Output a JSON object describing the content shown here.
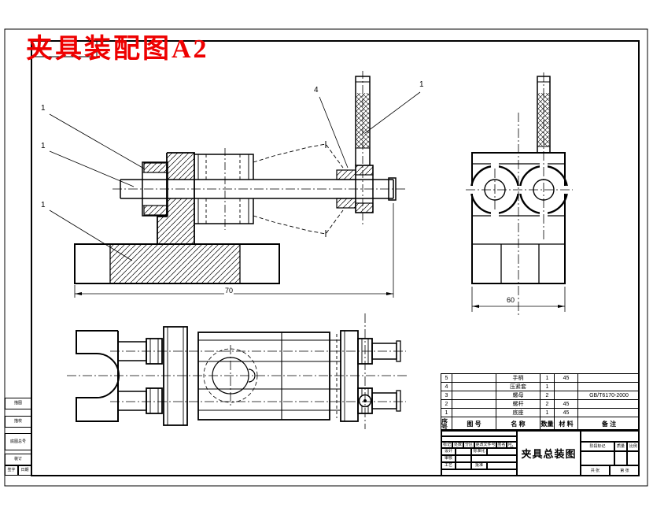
{
  "page": {
    "title_overlay": "夹具装配图A2"
  },
  "drawing": {
    "balloons": [
      "1",
      "1",
      "1",
      "4",
      "1"
    ],
    "dimensions": {
      "front_width": "70",
      "side_width": "60"
    }
  },
  "parts_list": {
    "headers": {
      "no": "序号",
      "drawing_no": "图 号",
      "name": "名 称",
      "qty": "数量",
      "material": "材 料",
      "remarks": "备 注"
    },
    "rows": [
      {
        "no": "5",
        "drawing_no": "",
        "name": "手柄",
        "qty": "1",
        "material": "45",
        "remarks": ""
      },
      {
        "no": "4",
        "drawing_no": "",
        "name": "压紧套",
        "qty": "1",
        "material": "",
        "remarks": ""
      },
      {
        "no": "3",
        "drawing_no": "",
        "name": "螺母",
        "qty": "2",
        "material": "",
        "remarks": "GB/T6170-2000"
      },
      {
        "no": "2",
        "drawing_no": "",
        "name": "螺杆",
        "qty": "2",
        "material": "45",
        "remarks": ""
      },
      {
        "no": "1",
        "drawing_no": "",
        "name": "底座",
        "qty": "1",
        "material": "45",
        "remarks": ""
      }
    ]
  },
  "title_block": {
    "drawing_title": "夹具总装图",
    "revision_headers": [
      "标记",
      "处数",
      "分区",
      "更改文件号",
      "签名",
      "年、月、日"
    ],
    "sign_labels": {
      "design": "设计",
      "standard": "标准化",
      "check": "审核",
      "process": "工艺",
      "approve": "批准"
    },
    "right_headers": {
      "stage": "阶段标记",
      "weight": "质量",
      "scale": "比例"
    },
    "sheet_info": {
      "total": "共 张",
      "page": "第 张"
    }
  },
  "margin_blocks": {
    "b1": "描图",
    "b2": "描校",
    "b3": "底图总号",
    "b4": "装订",
    "b5": "签字",
    "b6": "日期"
  }
}
